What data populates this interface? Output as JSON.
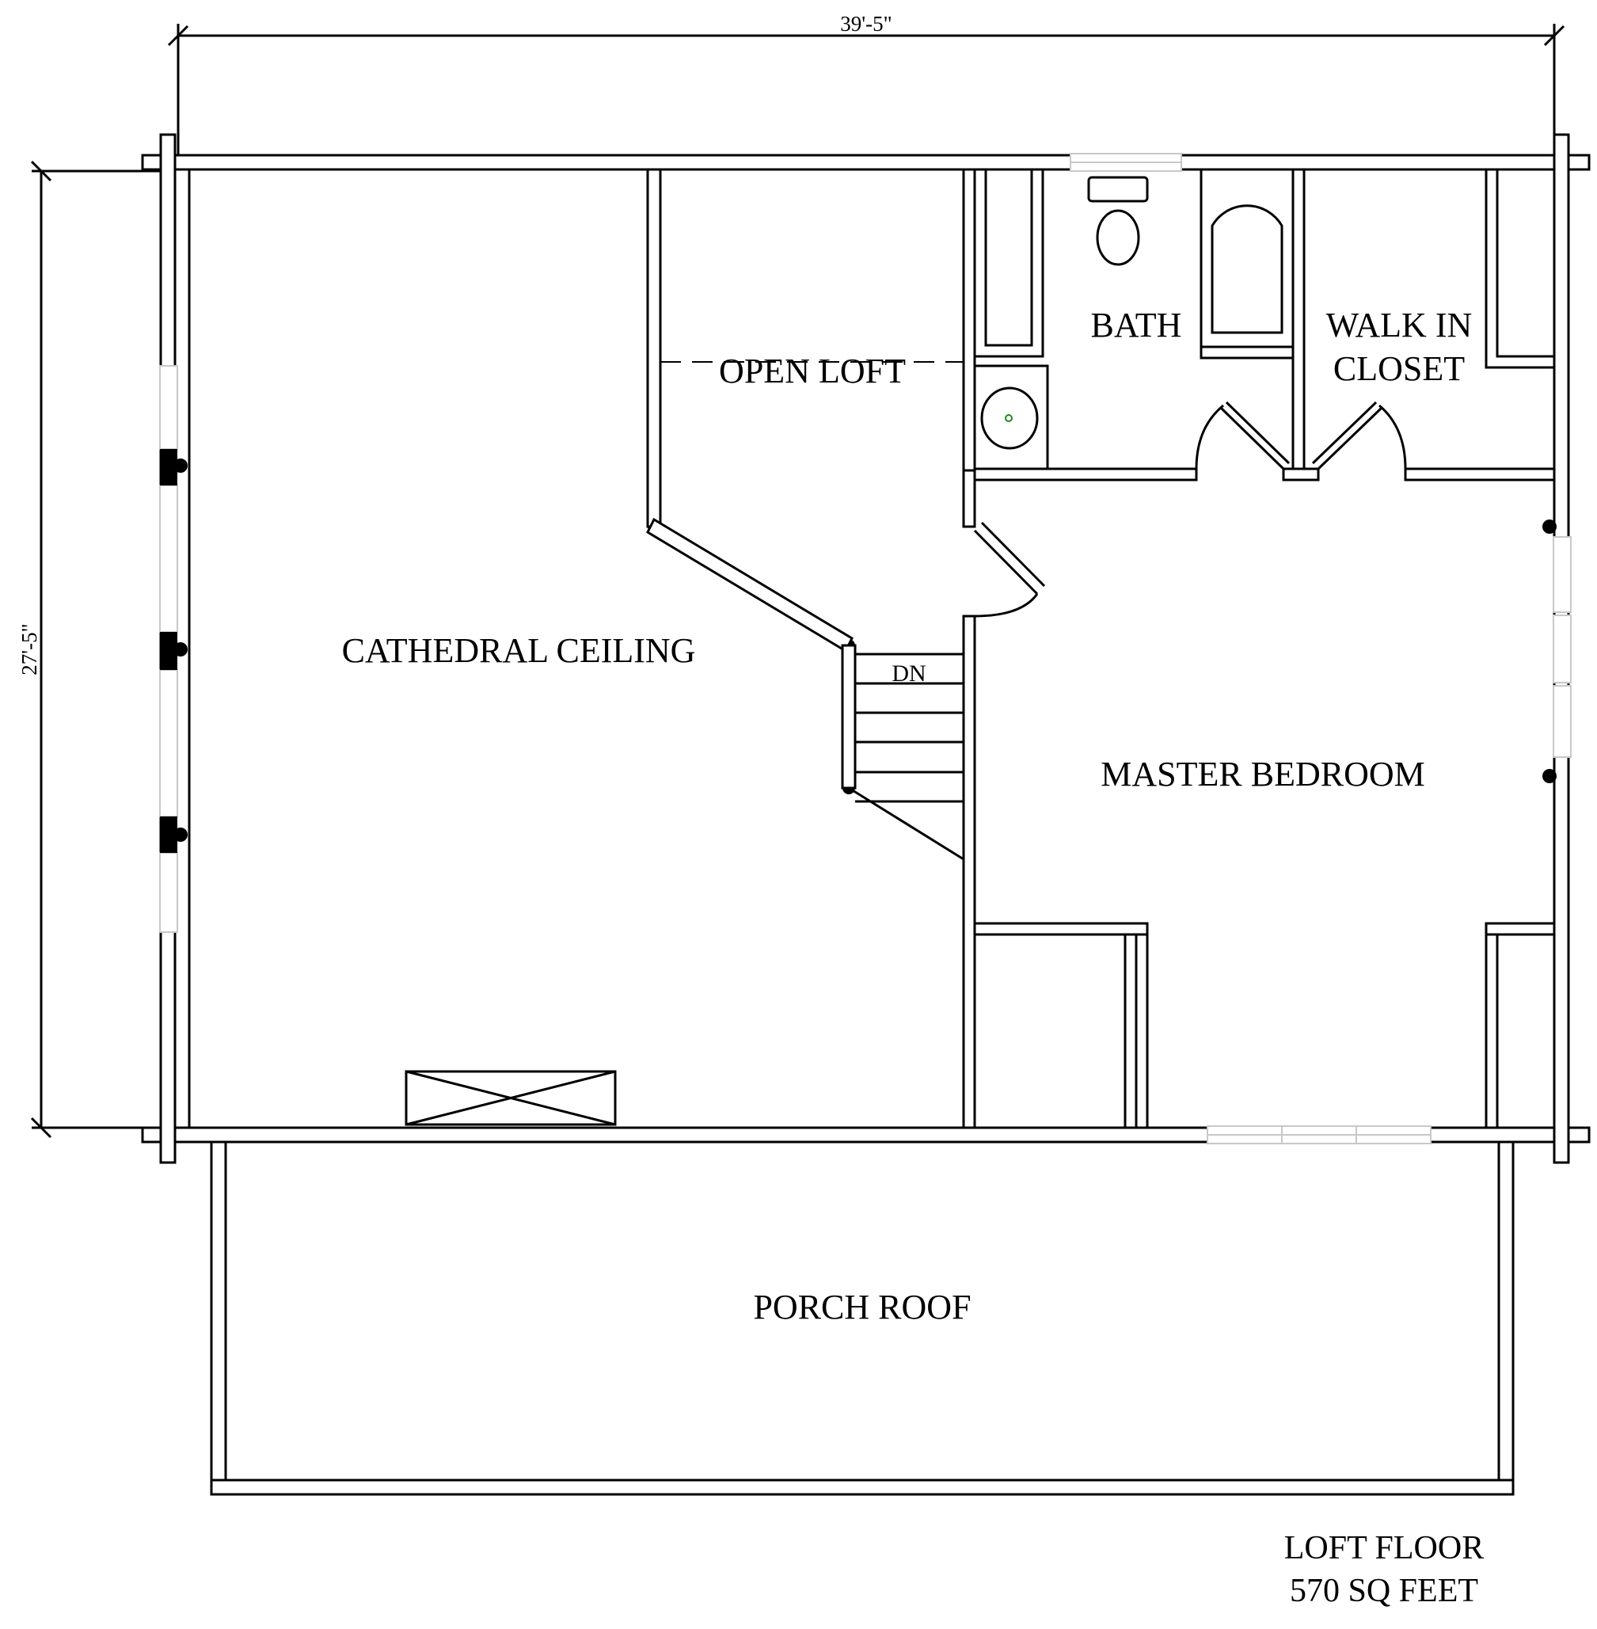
{
  "plan": {
    "dimension_width": "39'-5\"",
    "dimension_height": "27'-5\"",
    "title_line1": "LOFT FLOOR",
    "title_line2": "570 SQ FEET",
    "stair_label": "DN"
  },
  "rooms": {
    "cathedral_ceiling": "CATHEDRAL CEILING",
    "open_loft": "OPEN LOFT",
    "bath": "BATH",
    "walk_in_line1": "WALK IN",
    "walk_in_line2": "CLOSET",
    "master_bedroom": "MASTER BEDROOM",
    "porch_roof": "PORCH ROOF"
  }
}
